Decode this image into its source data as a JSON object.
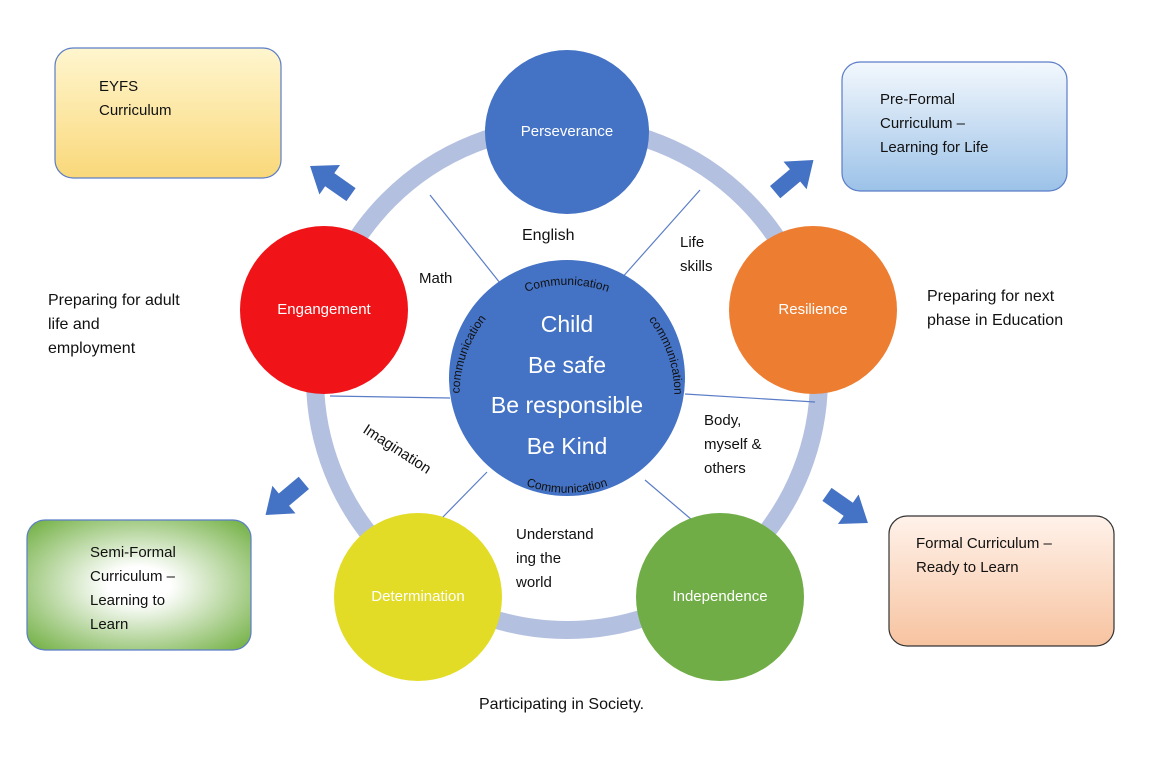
{
  "center": {
    "lines": [
      "Child",
      "Be safe",
      "Be responsible",
      "Be Kind"
    ],
    "communication_label": "Communication",
    "communication_label_lower": "communication"
  },
  "nodes": [
    {
      "label": "Perseverance",
      "color": "#4472C4"
    },
    {
      "label": "Resilience",
      "color": "#ED7D31"
    },
    {
      "label": "Independence",
      "color": "#70AD47"
    },
    {
      "label": "Determination",
      "color": "#E2DC27"
    },
    {
      "label": "Engangement",
      "color": "#F01418"
    }
  ],
  "subjects": {
    "english": "English",
    "life_skills": [
      "Life",
      "skills"
    ],
    "math": "Math",
    "body": [
      "Body,",
      "myself &",
      "others"
    ],
    "understanding": [
      "Understand",
      "ing the",
      "world"
    ],
    "imagination": "Imagination"
  },
  "side_texts": {
    "left": [
      "Preparing for adult",
      "life and",
      "employment"
    ],
    "right": [
      "Preparing for next",
      "phase in Education"
    ],
    "bottom": "Participating in Society."
  },
  "boxes": {
    "eyfs": [
      "EYFS",
      "Curriculum"
    ],
    "pre_formal": [
      "Pre-Formal",
      "Curriculum –",
      "Learning for Life"
    ],
    "semi_formal": [
      "Semi-Formal",
      "Curriculum –",
      "Learning to",
      "Learn"
    ],
    "formal": [
      "Formal Curriculum –",
      "Ready to Learn"
    ]
  },
  "colors": {
    "ring": "#B4C0E0",
    "spoke": "#5B7DC7",
    "arrow": "#4472C4"
  }
}
